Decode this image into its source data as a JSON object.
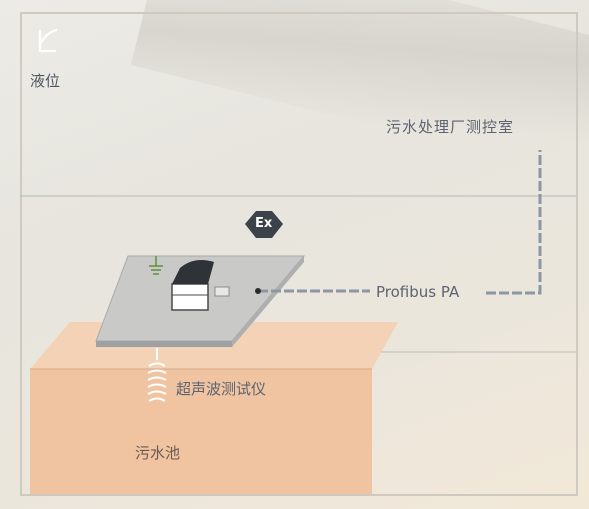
{
  "header": {
    "section_title": "液位",
    "logo_icon": "level-gauge-icon"
  },
  "diagram": {
    "control_room_label": "污水处理厂测控室",
    "bus_label": "Profibus PA",
    "sensor_label": "超声波测试仪",
    "tank_label": "污水池",
    "ex_badge": "Ex"
  },
  "colors": {
    "tank": "#f0c3a1",
    "platform": "#c9c9c8",
    "bus_line": "#8c97a3",
    "text": "#5c6470"
  }
}
